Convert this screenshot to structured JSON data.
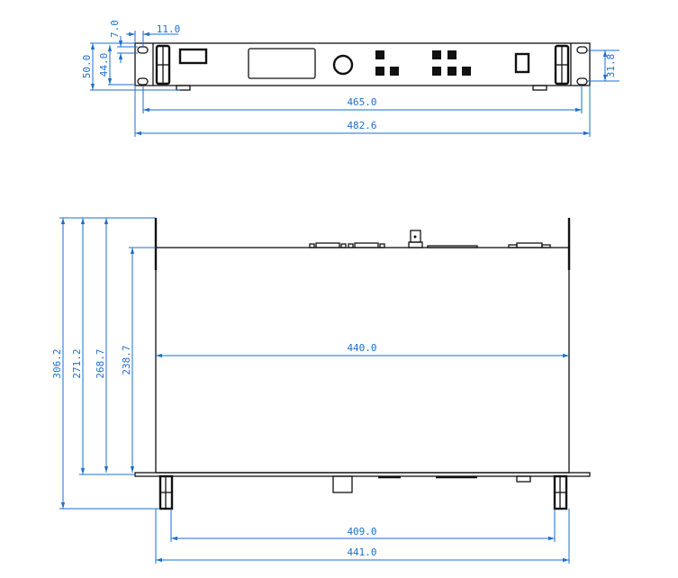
{
  "front_view": {
    "dimensions": {
      "ear_width": "11.0",
      "hole_offset": "7.0",
      "panel_height": "44.0",
      "overall_height": "50.0",
      "hole_spacing": "31.8",
      "hole_centers": "465.0",
      "overall_width": "482.6"
    }
  },
  "top_view": {
    "dimensions": {
      "body_width": "440.0",
      "overall_depth": "306.2",
      "depth_a": "271.2",
      "depth_b": "268.7",
      "body_depth": "238.7",
      "handle_centers": "409.0",
      "handle_outer": "441.0"
    }
  },
  "colors": {
    "dimension": "#1a6fd0",
    "outline": "#111111"
  }
}
